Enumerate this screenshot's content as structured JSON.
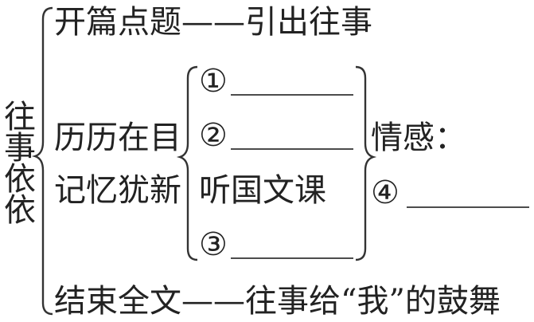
{
  "title_chars": [
    "往",
    "事",
    "依",
    "依"
  ],
  "opening": {
    "label": "开篇点题",
    "dash": "——",
    "content": "引出往事"
  },
  "middle": {
    "line1": "历历在目",
    "line2": "记忆犹新"
  },
  "details": [
    {
      "marker": "①",
      "text": ""
    },
    {
      "marker": "②",
      "text": ""
    },
    {
      "marker": "",
      "text": "听国文课"
    },
    {
      "marker": "③",
      "text": ""
    }
  ],
  "emotion": {
    "label": "情感：",
    "marker": "④",
    "text": ""
  },
  "closing": {
    "label": "结束全文",
    "dash": "——",
    "content": "往事给“我”的鼓舞"
  }
}
